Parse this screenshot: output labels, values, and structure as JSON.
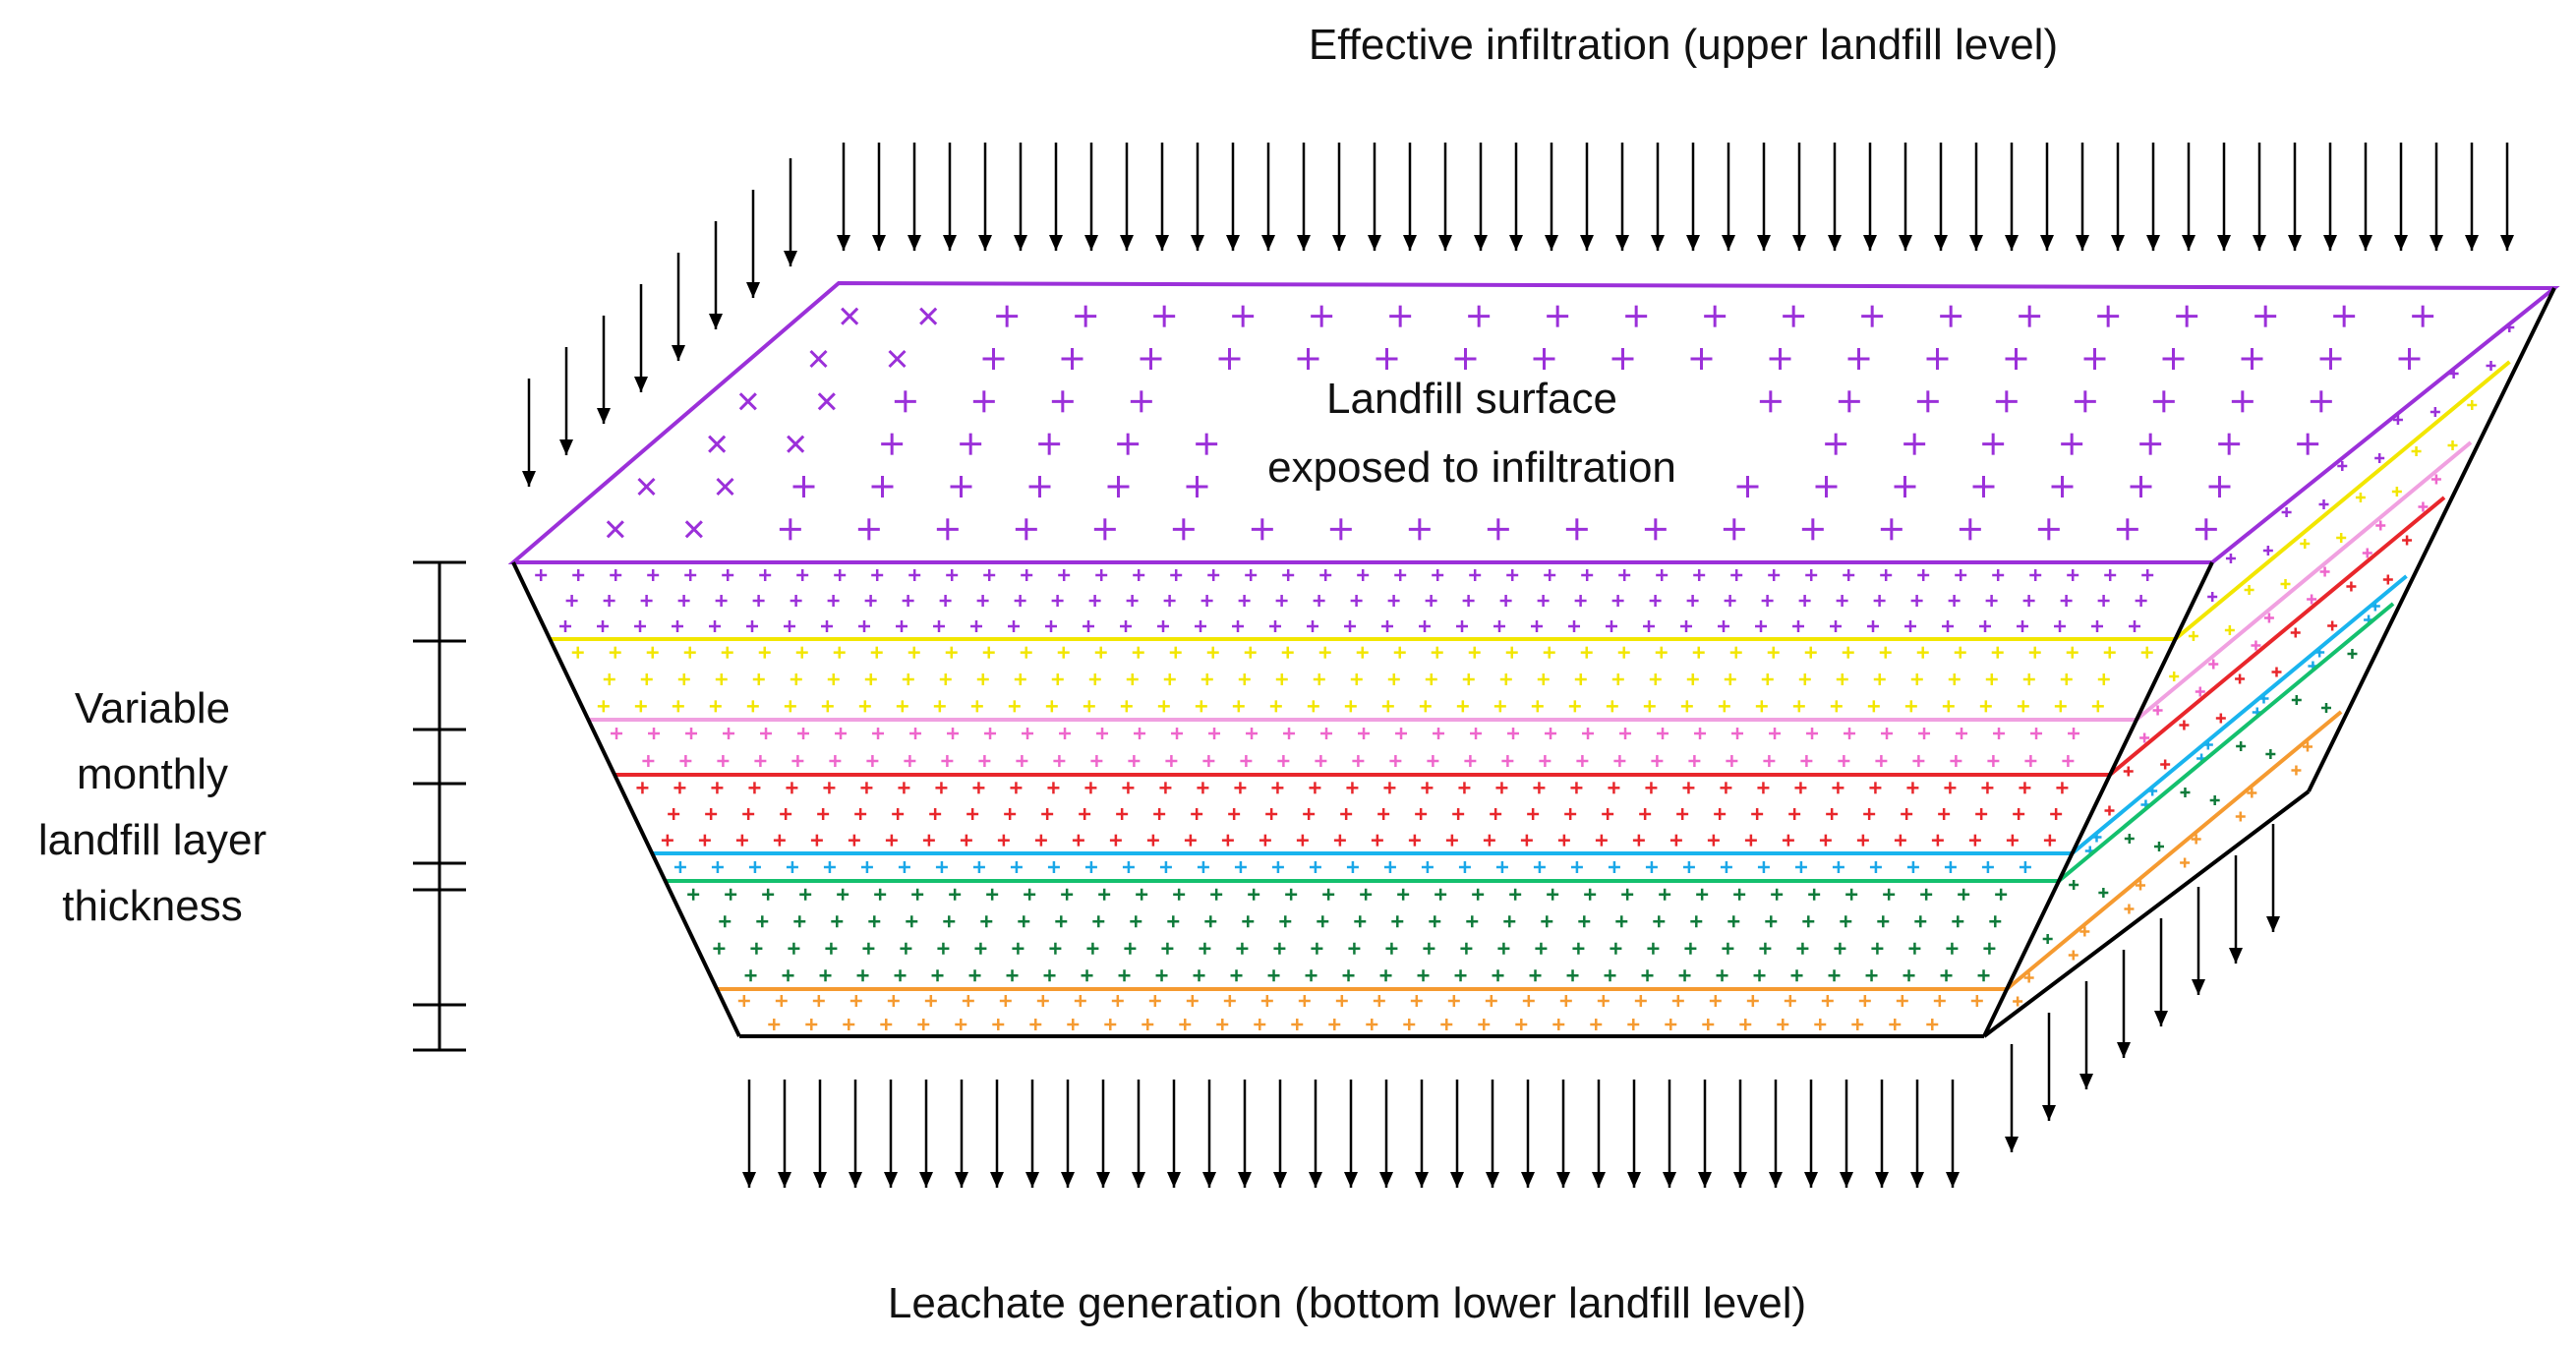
{
  "labels": {
    "top": "Effective infiltration (upper landfill level)",
    "surface_line1": "Landfill surface",
    "surface_line2": "exposed to infiltration",
    "thickness_line1": "Variable",
    "thickness_line2": "monthly",
    "thickness_line3": "landfill layer",
    "thickness_line4": "thickness",
    "bottom": "Leachate generation (bottom lower landfill level)"
  },
  "colors": {
    "outline": "#000000",
    "arrow": "#000000",
    "text": "#111111",
    "layers": [
      "#9b30d9",
      "#f2e600",
      "#ee66cc",
      "#e8262b",
      "#1aa7e8",
      "#0f7a3a",
      "#f59a30"
    ],
    "layer_lines": [
      "#9b30d9",
      "#f2e600",
      "#f0a0e0",
      "#e8262b",
      "#19b4ee",
      "#14c06e",
      "#f59a30"
    ]
  },
  "layer_count": 7,
  "icons": {
    "arrow": "down-arrow-icon",
    "layer_mark": "plus-sign",
    "surface_mark": "plus-and-cross-signs"
  }
}
